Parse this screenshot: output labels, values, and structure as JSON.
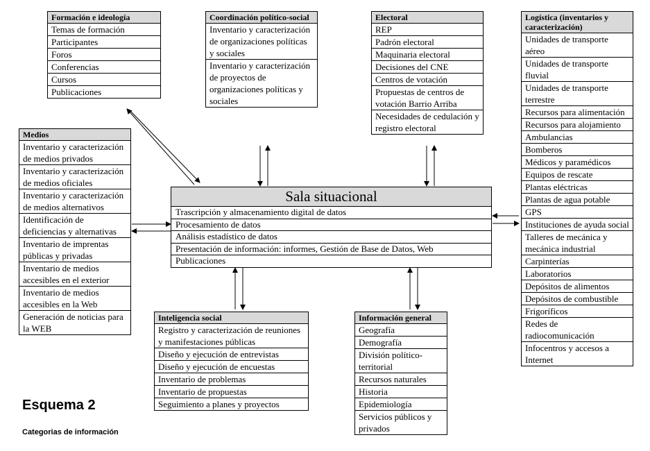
{
  "center": {
    "title": "Sala situacional",
    "items": [
      "Trascripción y almacenamiento digital de datos",
      "Procesamiento de datos",
      "Análisis estadístico de datos",
      "Presentación de información: informes, Gestión de Base de Datos, Web",
      "Publicaciones"
    ]
  },
  "formacion": {
    "title": "Formación e ideología",
    "items": [
      "Temas de formación",
      "Participantes",
      "Foros",
      "Conferencias",
      "Cursos",
      "Publicaciones"
    ]
  },
  "coordinacion": {
    "title": "Coordinación político-social",
    "items": [
      "Inventario y caracterización de organizaciones políticas y sociales",
      "Inventario y caracterización de proyectos de organizaciones políticas y sociales"
    ]
  },
  "electoral": {
    "title": "Electoral",
    "items": [
      "REP",
      "Padrón electoral",
      "Maquinaria electoral",
      "Decisiones del CNE",
      "Centros de votación",
      "Propuestas de centros de votación Barrio Arriba",
      "Necesidades de cedulación y registro electoral"
    ]
  },
  "logistica": {
    "title": "Logística (inventarios y caracterización)",
    "items": [
      "Unidades de transporte aéreo",
      "Unidades de transporte fluvial",
      "Unidades de transporte terrestre",
      "Recursos para alimentación",
      "Recursos para alojamiento",
      "Ambulancias",
      "Bomberos",
      "Médicos y paramédicos",
      "Equipos de rescate",
      "Plantas eléctricas",
      "Plantas de agua potable",
      "GPS",
      "Instituciones de ayuda social",
      "Talleres de mecánica  y mecánica industrial",
      "Carpinterías",
      "Laboratorios",
      "Depósitos de alimentos",
      "Depósitos de combustible",
      "Frigoríficos",
      "Redes de radiocomunicación",
      "Infocentros y accesos a Internet"
    ]
  },
  "medios": {
    "title": "Medios",
    "items": [
      "Inventario y caracterización de medios privados",
      "Inventario y caracterización de medios oficiales",
      "Inventario y caracterización de medios alternativos",
      "Identificación de deficiencias y alternativas",
      "Inventario de imprentas públicas y privadas",
      "Inventario de medios accesibles en el exterior",
      "Inventario de medios accesibles en la Web",
      "Generación de noticias para la WEB"
    ]
  },
  "inteligencia": {
    "title": "Inteligencia social",
    "items": [
      "Registro y caracterización de reuniones y manifestaciones públicas",
      "Diseño y ejecución de entrevistas",
      "Diseño y ejecución de encuestas",
      "Inventario de problemas",
      "Inventario de propuestas",
      "Seguimiento a planes y proyectos"
    ]
  },
  "informacion": {
    "title": "Información general",
    "items": [
      "Geografía",
      "Demografía",
      "División político-territorial",
      "Recursos naturales",
      "Historia",
      "Epidemiología",
      "Servicios públicos y privados"
    ]
  },
  "caption": {
    "title": "Esquema 2",
    "subtitle": "Categorias de información"
  }
}
